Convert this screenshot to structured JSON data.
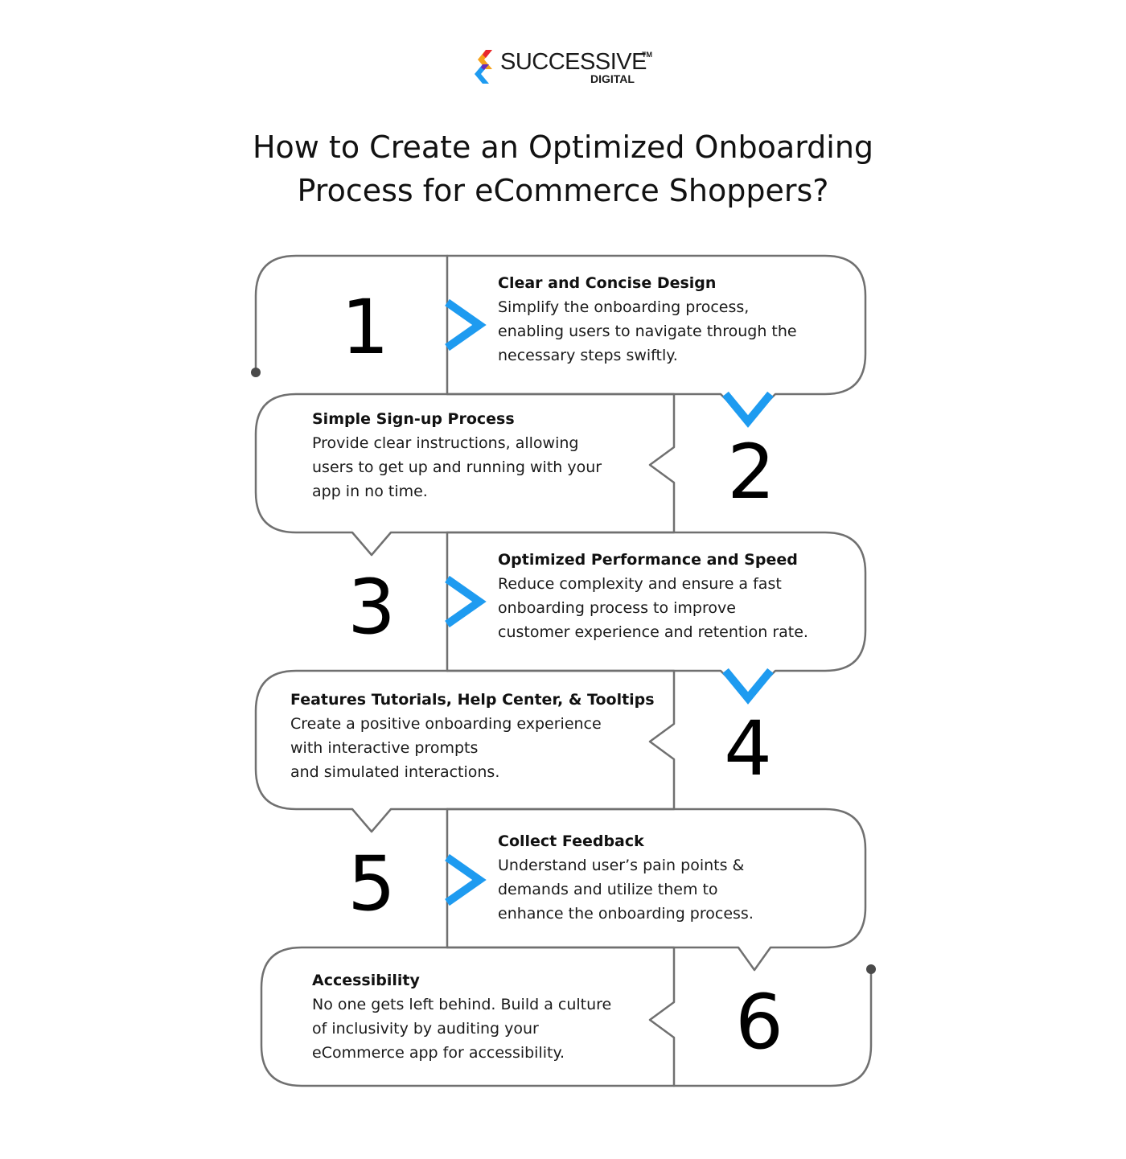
{
  "brand": {
    "name": "SUCCESSIVE",
    "tm": "TM",
    "sub": "DIGITAL"
  },
  "title": {
    "line1": "How to Create an Optimized Onboarding",
    "line2": "Process for eCommerce Shoppers?"
  },
  "colors": {
    "accent_blue": "#1e9bf0",
    "outline": "#707070"
  },
  "steps": [
    {
      "number": "1",
      "heading": "Clear and Concise Design",
      "lines": [
        "Simplify the onboarding process,",
        "enabling users to navigate through the",
        "necessary steps swiftly."
      ]
    },
    {
      "number": "2",
      "heading": "Simple Sign-up Process",
      "lines": [
        "Provide clear instructions, allowing",
        "users to get up and running with your",
        "app in no time."
      ]
    },
    {
      "number": "3",
      "heading": "Optimized Performance and Speed",
      "lines": [
        "Reduce complexity and ensure a fast",
        "onboarding process to improve",
        "customer experience and retention rate."
      ]
    },
    {
      "number": "4",
      "heading": "Features Tutorials, Help Center, & Tooltips",
      "lines": [
        "Create a positive onboarding experience",
        "with interactive prompts",
        "and simulated interactions."
      ]
    },
    {
      "number": "5",
      "heading": "Collect Feedback",
      "lines": [
        "Understand user’s pain points &",
        "demands and utilize them to",
        "enhance the onboarding process."
      ]
    },
    {
      "number": "6",
      "heading": "Accessibility",
      "lines": [
        "No one gets left behind. Build a culture",
        "of inclusivity by auditing your",
        "eCommerce app for accessibility."
      ]
    }
  ]
}
